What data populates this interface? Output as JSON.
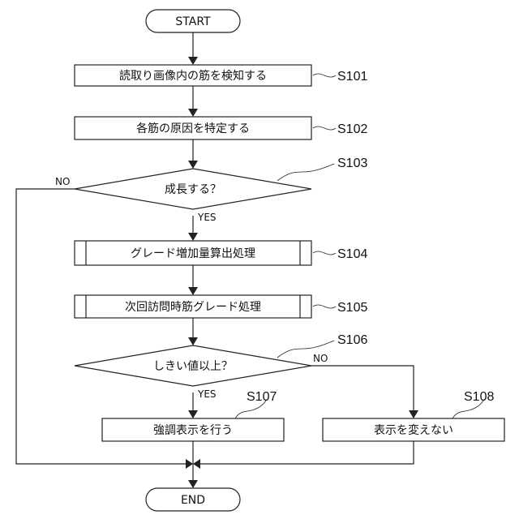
{
  "flowchart": {
    "start": "START",
    "end": "END",
    "steps": [
      {
        "id": "S101",
        "label": "読取り画像内の筋を検知する"
      },
      {
        "id": "S102",
        "label": "各筋の原因を特定する"
      },
      {
        "id": "S103",
        "label": "成長する？"
      },
      {
        "id": "S104",
        "label": "グレード増加量算出処理"
      },
      {
        "id": "S105",
        "label": "次回訪問時筋グレード処理"
      },
      {
        "id": "S106",
        "label": "しきい値以上？"
      },
      {
        "id": "S107",
        "label": "強調表示を行う"
      },
      {
        "id": "S108",
        "label": "表示を変えない"
      }
    ],
    "branch_labels": {
      "s103_no": "NO",
      "s103_yes": "YES",
      "s106_no": "NO",
      "s106_yes": "YES"
    }
  }
}
